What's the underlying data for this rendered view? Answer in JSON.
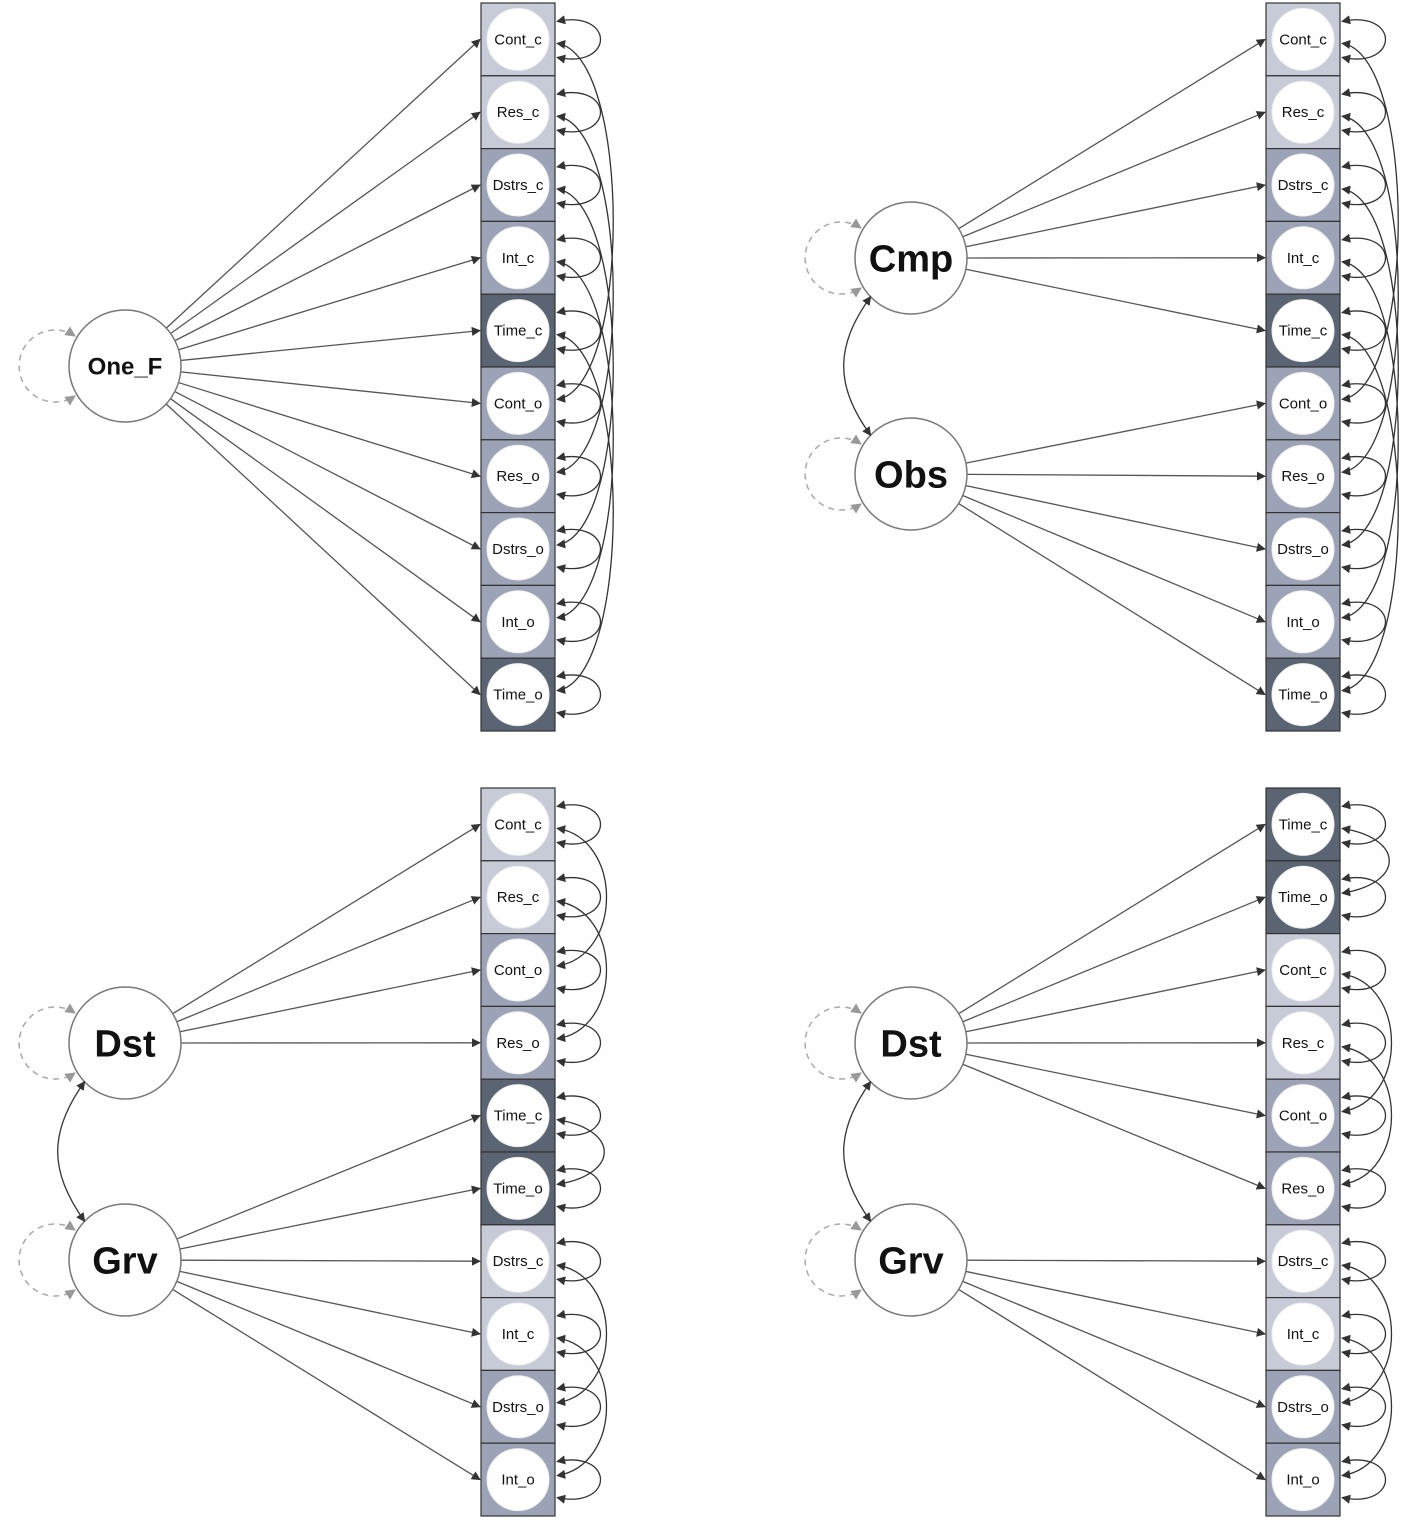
{
  "colors": {
    "indicator_light": "#c7cbd8",
    "indicator_mid": "#9da3b6",
    "indicator_dark": "#5a6472",
    "edge": "#555555",
    "variance_dashed": "#aaaaaa"
  },
  "panels": [
    {
      "id": "one-factor",
      "indicators": [
        {
          "label": "Cont_c",
          "shade": "light"
        },
        {
          "label": "Res_c",
          "shade": "light"
        },
        {
          "label": "Dstrs_c",
          "shade": "mid"
        },
        {
          "label": "Int_c",
          "shade": "mid"
        },
        {
          "label": "Time_c",
          "shade": "dark"
        },
        {
          "label": "Cont_o",
          "shade": "mid"
        },
        {
          "label": "Res_o",
          "shade": "mid"
        },
        {
          "label": "Dstrs_o",
          "shade": "mid"
        },
        {
          "label": "Int_o",
          "shade": "mid"
        },
        {
          "label": "Time_o",
          "shade": "dark"
        }
      ],
      "latents": [
        {
          "label": "One_F",
          "loads": [
            0,
            1,
            2,
            3,
            4,
            5,
            6,
            7,
            8,
            9
          ]
        }
      ],
      "latent_covariances": [],
      "residual_covariances": [
        [
          0,
          5
        ],
        [
          1,
          6
        ],
        [
          2,
          7
        ],
        [
          3,
          8
        ],
        [
          4,
          9
        ]
      ]
    },
    {
      "id": "cmp-obs",
      "indicators": [
        {
          "label": "Cont_c",
          "shade": "light"
        },
        {
          "label": "Res_c",
          "shade": "light"
        },
        {
          "label": "Dstrs_c",
          "shade": "mid"
        },
        {
          "label": "Int_c",
          "shade": "mid"
        },
        {
          "label": "Time_c",
          "shade": "dark"
        },
        {
          "label": "Cont_o",
          "shade": "mid"
        },
        {
          "label": "Res_o",
          "shade": "mid"
        },
        {
          "label": "Dstrs_o",
          "shade": "mid"
        },
        {
          "label": "Int_o",
          "shade": "mid"
        },
        {
          "label": "Time_o",
          "shade": "dark"
        }
      ],
      "latents": [
        {
          "label": "Cmp",
          "loads": [
            0,
            1,
            2,
            3,
            4
          ]
        },
        {
          "label": "Obs",
          "loads": [
            5,
            6,
            7,
            8,
            9
          ]
        }
      ],
      "latent_covariances": [
        [
          0,
          1
        ]
      ],
      "residual_covariances": [
        [
          0,
          5
        ],
        [
          1,
          6
        ],
        [
          2,
          7
        ],
        [
          3,
          8
        ],
        [
          4,
          9
        ]
      ]
    },
    {
      "id": "dst-grv-a",
      "indicators": [
        {
          "label": "Cont_c",
          "shade": "light"
        },
        {
          "label": "Res_c",
          "shade": "light"
        },
        {
          "label": "Cont_o",
          "shade": "mid"
        },
        {
          "label": "Res_o",
          "shade": "mid"
        },
        {
          "label": "Time_c",
          "shade": "dark"
        },
        {
          "label": "Time_o",
          "shade": "dark"
        },
        {
          "label": "Dstrs_c",
          "shade": "light"
        },
        {
          "label": "Int_c",
          "shade": "light"
        },
        {
          "label": "Dstrs_o",
          "shade": "mid"
        },
        {
          "label": "Int_o",
          "shade": "mid"
        }
      ],
      "latents": [
        {
          "label": "Dst",
          "loads": [
            0,
            1,
            2,
            3
          ]
        },
        {
          "label": "Grv",
          "loads": [
            4,
            5,
            6,
            7,
            8,
            9
          ]
        }
      ],
      "latent_covariances": [
        [
          0,
          1
        ]
      ],
      "residual_covariances": [
        [
          0,
          2
        ],
        [
          1,
          3
        ],
        [
          4,
          5
        ],
        [
          6,
          8
        ],
        [
          7,
          9
        ]
      ]
    },
    {
      "id": "dst-grv-b",
      "indicators": [
        {
          "label": "Time_c",
          "shade": "dark"
        },
        {
          "label": "Time_o",
          "shade": "dark"
        },
        {
          "label": "Cont_c",
          "shade": "light"
        },
        {
          "label": "Res_c",
          "shade": "light"
        },
        {
          "label": "Cont_o",
          "shade": "mid"
        },
        {
          "label": "Res_o",
          "shade": "mid"
        },
        {
          "label": "Dstrs_c",
          "shade": "light"
        },
        {
          "label": "Int_c",
          "shade": "light"
        },
        {
          "label": "Dstrs_o",
          "shade": "mid"
        },
        {
          "label": "Int_o",
          "shade": "mid"
        }
      ],
      "latents": [
        {
          "label": "Dst",
          "loads": [
            0,
            1,
            2,
            3,
            4,
            5
          ]
        },
        {
          "label": "Grv",
          "loads": [
            6,
            7,
            8,
            9
          ]
        }
      ],
      "latent_covariances": [
        [
          0,
          1
        ]
      ],
      "residual_covariances": [
        [
          0,
          1
        ],
        [
          2,
          4
        ],
        [
          3,
          5
        ],
        [
          6,
          8
        ],
        [
          7,
          9
        ]
      ]
    }
  ]
}
